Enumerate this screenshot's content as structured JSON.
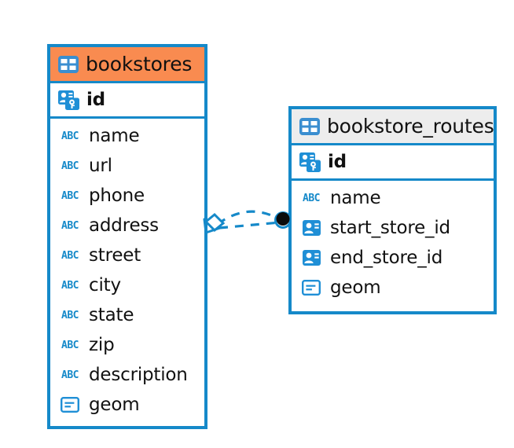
{
  "diagram": {
    "type": "entity-relationship-diagram",
    "colors": {
      "border_blue": "#1589c9",
      "header_accent_orange": "#f98b50",
      "header_neutral_gray": "#ededed",
      "text": "#111111",
      "background": "#ffffff"
    },
    "entities": [
      {
        "name": "bookstores",
        "header_style": "accent",
        "header_icon": "table-icon",
        "primary_key": {
          "name": "id",
          "icon": "primary-key-icon"
        },
        "fields": [
          {
            "name": "name",
            "icon": "abc-text-icon",
            "icon_label": "ABC"
          },
          {
            "name": "url",
            "icon": "abc-text-icon",
            "icon_label": "ABC"
          },
          {
            "name": "phone",
            "icon": "abc-text-icon",
            "icon_label": "ABC"
          },
          {
            "name": "address",
            "icon": "abc-text-icon",
            "icon_label": "ABC"
          },
          {
            "name": "street",
            "icon": "abc-text-icon",
            "icon_label": "ABC"
          },
          {
            "name": "city",
            "icon": "abc-text-icon",
            "icon_label": "ABC"
          },
          {
            "name": "state",
            "icon": "abc-text-icon",
            "icon_label": "ABC"
          },
          {
            "name": "zip",
            "icon": "abc-text-icon",
            "icon_label": "ABC"
          },
          {
            "name": "description",
            "icon": "abc-text-icon",
            "icon_label": "ABC"
          },
          {
            "name": "geom",
            "icon": "geometry-icon"
          }
        ]
      },
      {
        "name": "bookstore_routes",
        "header_style": "neutral",
        "header_icon": "table-icon",
        "primary_key": {
          "name": "id",
          "icon": "primary-key-icon"
        },
        "fields": [
          {
            "name": "name",
            "icon": "abc-text-icon",
            "icon_label": "ABC"
          },
          {
            "name": "start_store_id",
            "icon": "foreign-key-icon"
          },
          {
            "name": "end_store_id",
            "icon": "foreign-key-icon"
          },
          {
            "name": "geom",
            "icon": "geometry-icon"
          }
        ]
      }
    ],
    "relationship": {
      "from_entity": "bookstores",
      "to_entity": "bookstore_routes",
      "line_style": "dashed",
      "line_color": "#1589c9",
      "source_marker": "crows-foot-diamond",
      "target_marker": "filled-circle"
    }
  }
}
